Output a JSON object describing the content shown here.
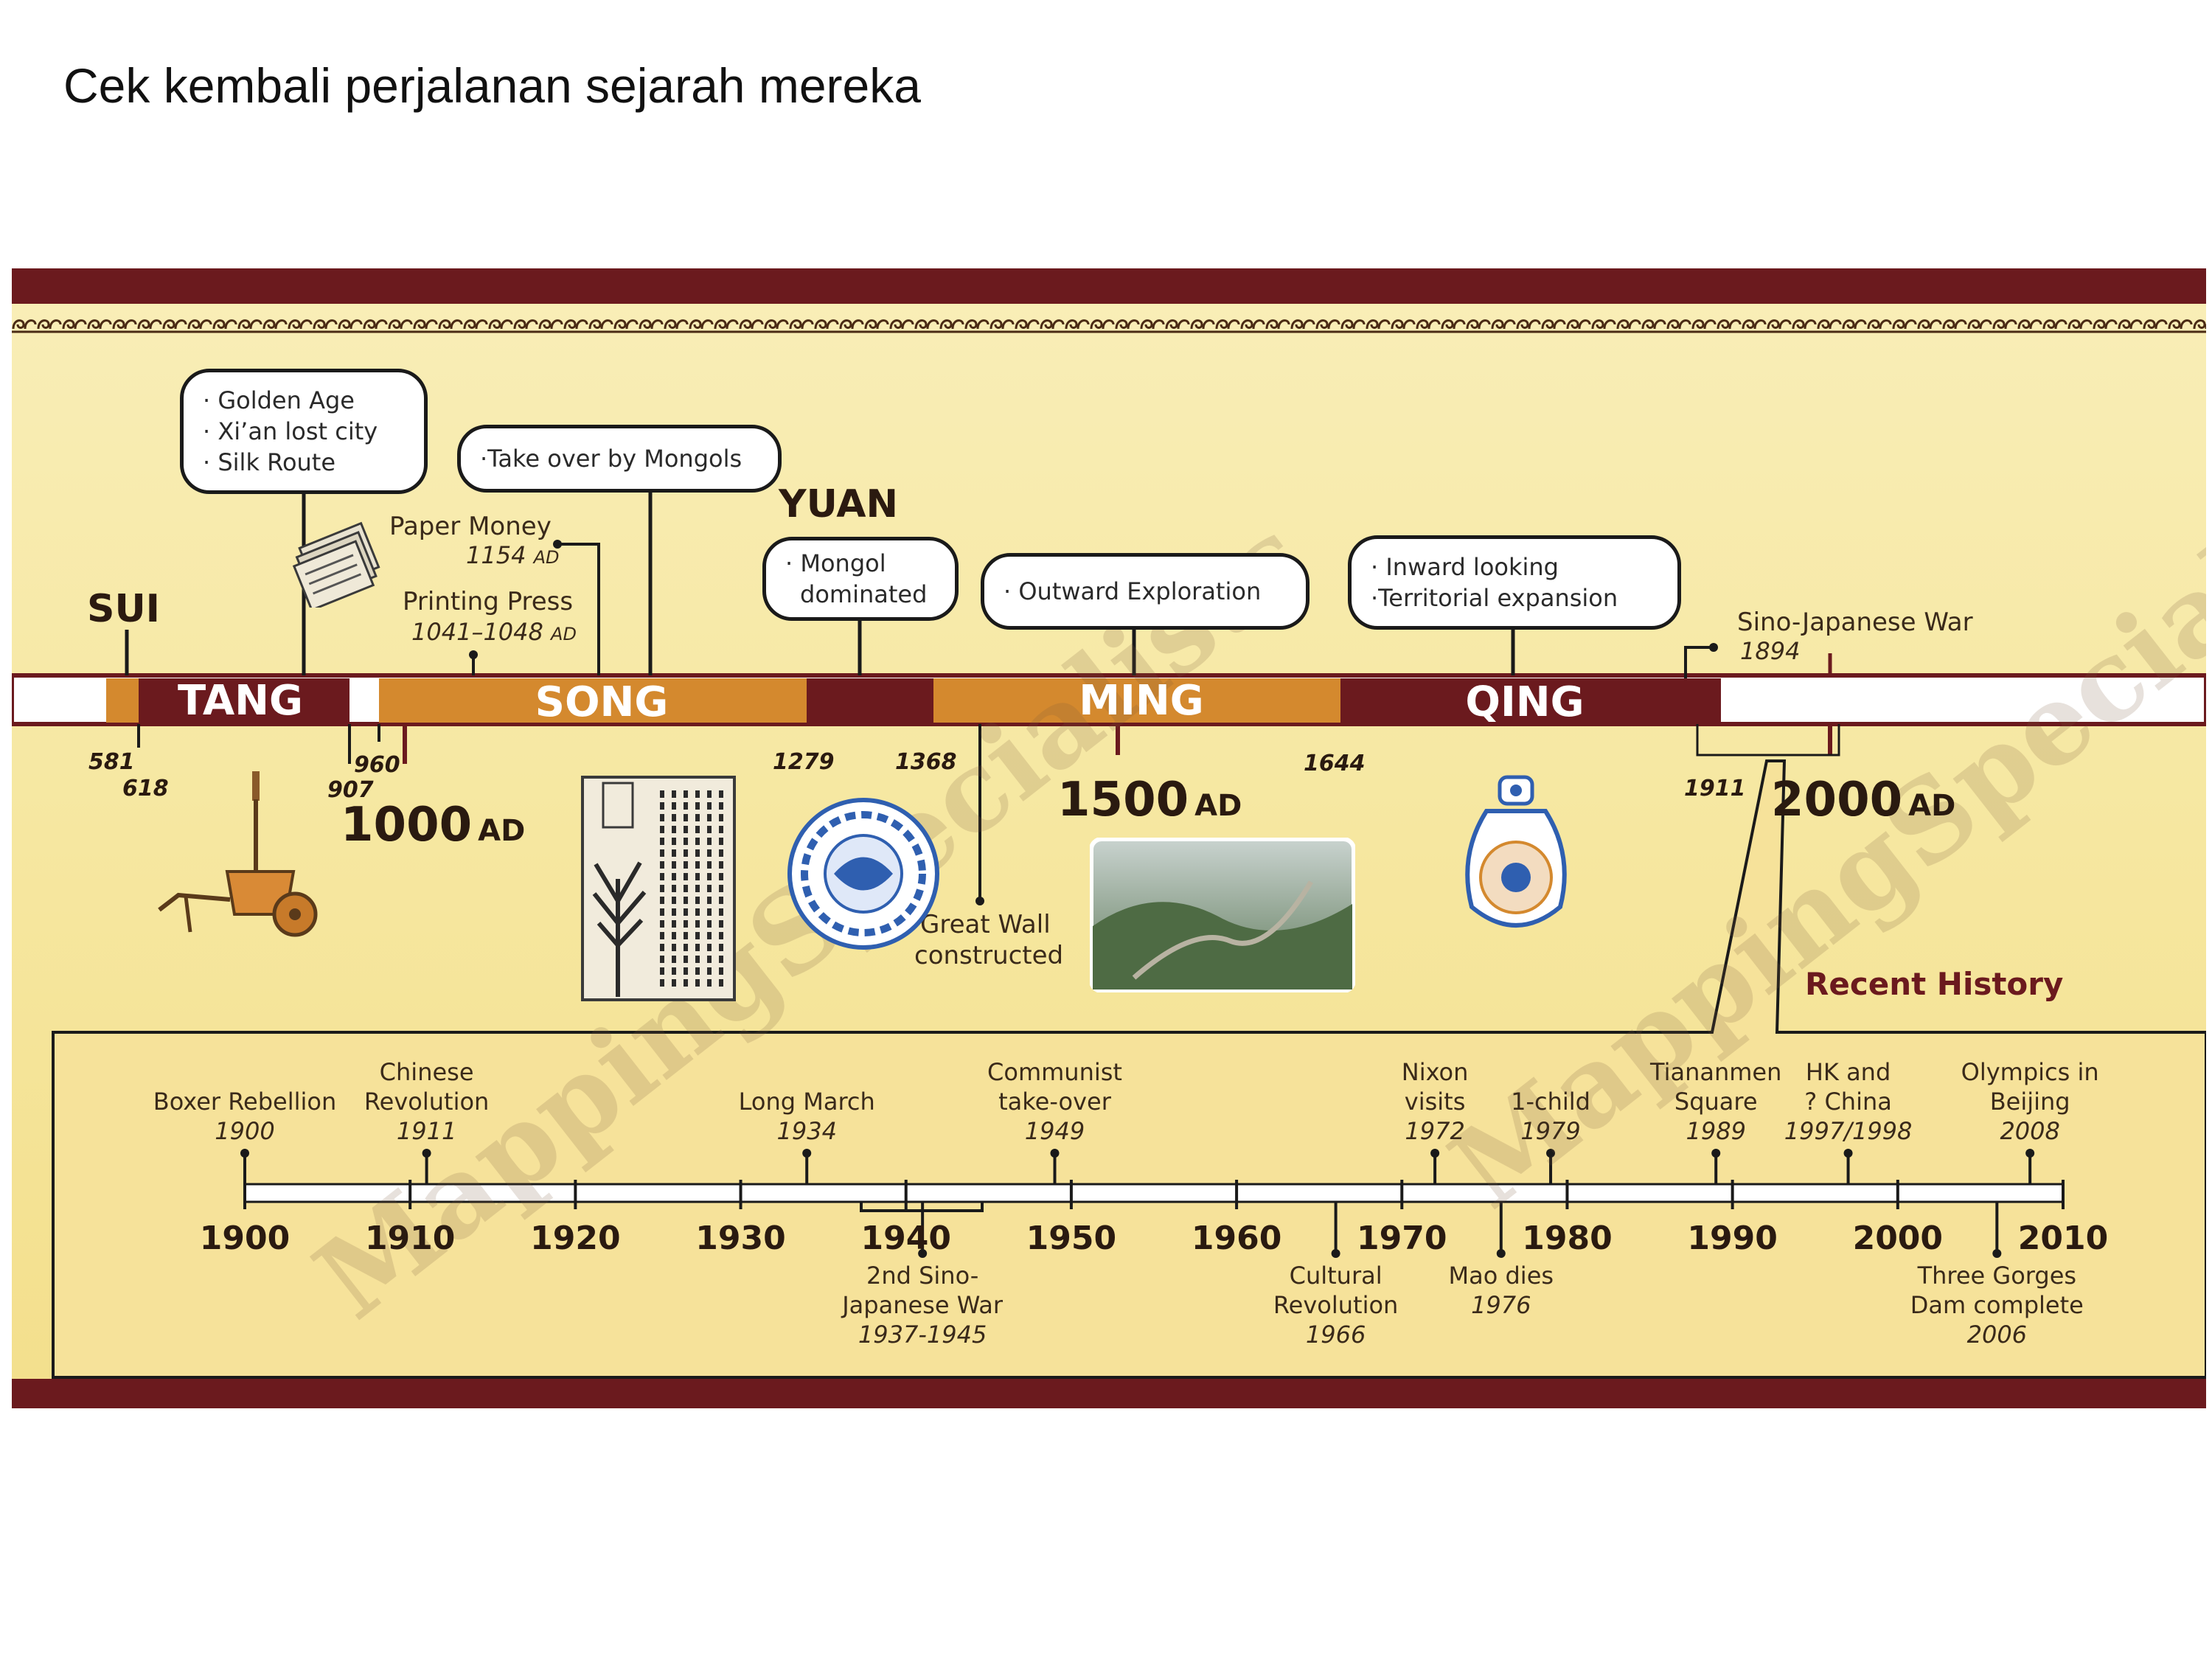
{
  "page_title": "Cek kembali perjalanan sejarah mereka",
  "colors": {
    "maroon": "#6b1a1e",
    "orange": "#d4892e",
    "cream": "#f8e9a8",
    "white": "#ffffff"
  },
  "eras": {
    "sui": "SUI",
    "tang": "TANG",
    "song": "SONG",
    "yuan": "YUAN",
    "ming": "MING",
    "qing": "QING"
  },
  "bubbles": {
    "tang": [
      "· Golden Age",
      "· Xi’an lost city",
      "· Silk Route"
    ],
    "song": [
      "·Take over by Mongols"
    ],
    "yuan": [
      "· Mongol",
      "dominated"
    ],
    "ming": [
      "· Outward Exploration"
    ],
    "qing": [
      "· Inward looking",
      "·Territorial expansion"
    ]
  },
  "events_top": {
    "paper_money": {
      "title": "Paper Money",
      "date": "1154",
      "suffix": "AD"
    },
    "printing_press": {
      "title": "Printing Press",
      "date": "1041–1048",
      "suffix": "AD"
    },
    "sino_japanese": {
      "title": "Sino-Japanese War",
      "date": "1894"
    },
    "great_wall": [
      "Great Wall",
      "constructed"
    ]
  },
  "year_marks": {
    "y581": "581",
    "y618": "618",
    "y907": "907",
    "y960": "960",
    "y1279": "1279",
    "y1368": "1368",
    "y1644": "1644",
    "y1911": "1911"
  },
  "big_years": {
    "y1000": {
      "num": "1000",
      "suffix": "AD"
    },
    "y1500": {
      "num": "1500",
      "suffix": "AD"
    },
    "y2000": {
      "num": "2000",
      "suffix": "AD"
    }
  },
  "recent": {
    "title": "Recent History",
    "axis": [
      "1900",
      "1910",
      "1920",
      "1930",
      "1940",
      "1950",
      "1960",
      "1970",
      "1980",
      "1990",
      "2000",
      "2010"
    ],
    "above": [
      {
        "lines": [
          "Boxer Rebellion"
        ],
        "date": "1900"
      },
      {
        "lines": [
          "Chinese",
          "Revolution"
        ],
        "date": "1911"
      },
      {
        "lines": [
          "Long March"
        ],
        "date": "1934"
      },
      {
        "lines": [
          "Communist",
          "take-over"
        ],
        "date": "1949"
      },
      {
        "lines": [
          "Nixon",
          "visits"
        ],
        "date": "1972"
      },
      {
        "lines": [
          "1-child"
        ],
        "date": "1979"
      },
      {
        "lines": [
          "Tiananmen",
          "Square"
        ],
        "date": "1989"
      },
      {
        "lines": [
          "HK and",
          "? China"
        ],
        "date": "1997/1998"
      },
      {
        "lines": [
          "Olympics in",
          "Beijing"
        ],
        "date": "2008"
      }
    ],
    "below": [
      {
        "lines": [
          "2nd Sino-",
          "Japanese War"
        ],
        "date": "1937-1945"
      },
      {
        "lines": [
          "Cultural",
          "Revolution"
        ],
        "date": "1966"
      },
      {
        "lines": [
          "Mao dies"
        ],
        "date": "1976"
      },
      {
        "lines": [
          "Three Gorges",
          "Dam complete"
        ],
        "date": "2006"
      }
    ]
  },
  "watermark": "MappingSpecialists"
}
